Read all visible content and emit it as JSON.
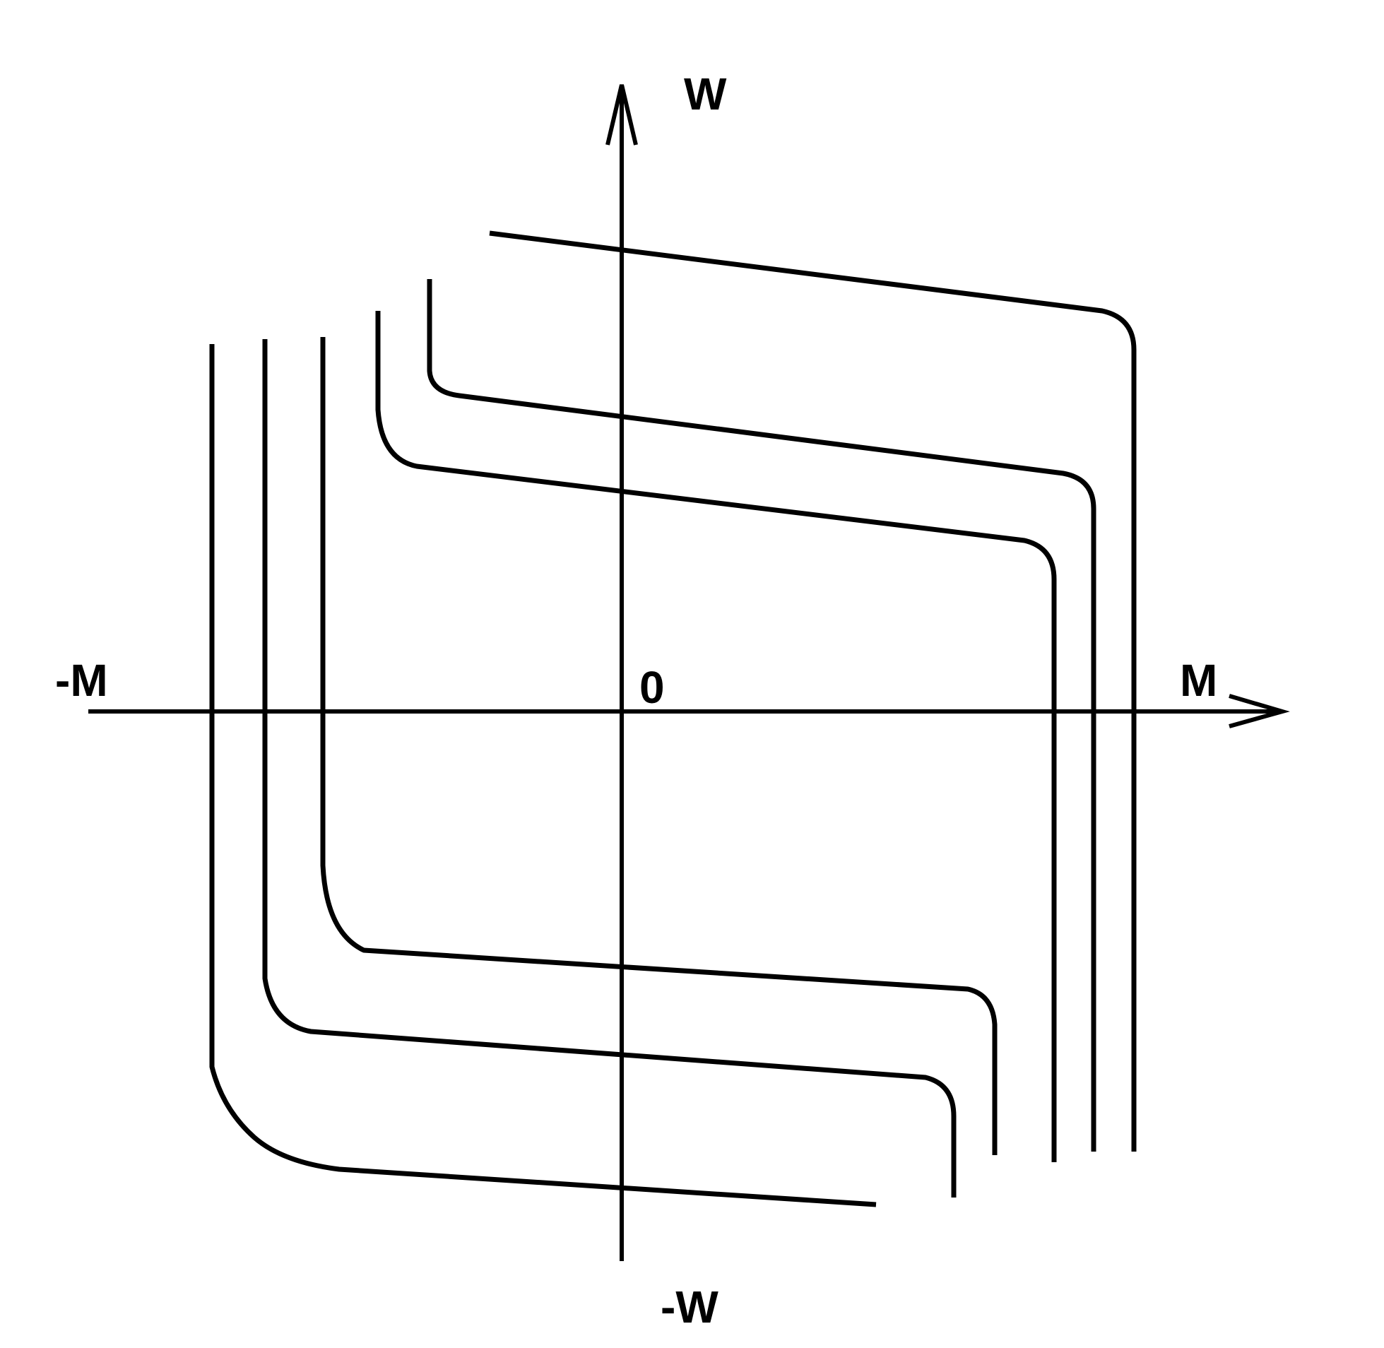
{
  "axes": {
    "x_positive_label": "M",
    "x_negative_label": "-M",
    "y_positive_label": "W",
    "y_negative_label": "-W",
    "origin_label": "0"
  },
  "curves": {
    "upper_family_count": 3,
    "lower_family_count": 3
  }
}
